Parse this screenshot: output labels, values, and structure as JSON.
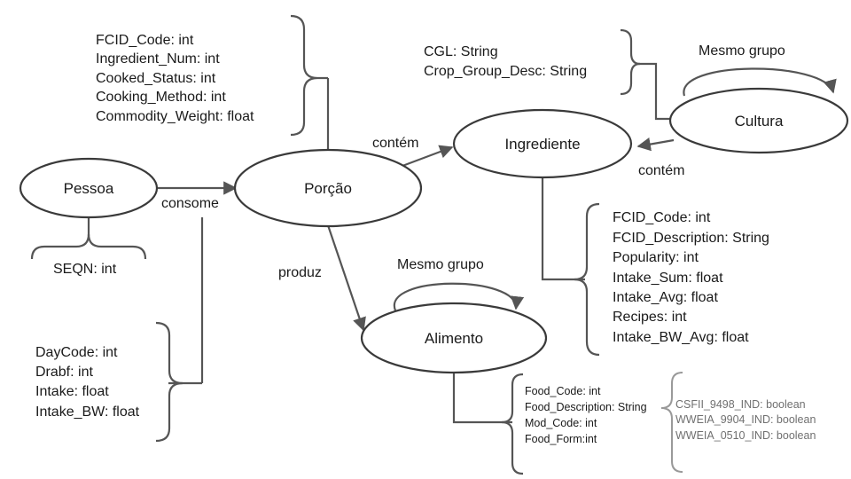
{
  "nodes": {
    "pessoa": "Pessoa",
    "porcao": "Porção",
    "ingrediente": "Ingrediente",
    "cultura": "Cultura",
    "alimento": "Alimento"
  },
  "edges": {
    "consome": "consome",
    "contem_porcao": "contém",
    "contem_cultura": "contém",
    "produz": "produz",
    "mesmo_grupo_cultura": "Mesmo grupo",
    "mesmo_grupo_alimento": "Mesmo grupo"
  },
  "attributes": {
    "pessoa": [
      "SEQN: int"
    ],
    "consome": [
      "DayCode: int",
      "Drabf: int",
      "Intake: float",
      "Intake_BW: float"
    ],
    "porcao": [
      "FCID_Code: int",
      "Ingredient_Num: int",
      "Cooked_Status: int",
      "Cooking_Method: int",
      "Commodity_Weight: float"
    ],
    "cultura": [
      "CGL:  String",
      "Crop_Group_Desc: String"
    ],
    "ingrediente": [
      "FCID_Code:  int",
      "FCID_Description: String",
      "Popularity: int",
      "Intake_Sum: float",
      "Intake_Avg: float",
      "Recipes: int",
      "Intake_BW_Avg: float"
    ],
    "alimento": [
      "Food_Code:  int",
      "Food_Description: String",
      "Mod_Code: int",
      "Food_Form:int"
    ],
    "food_description": [
      "CSFII_9498_IND: boolean",
      "WWEIA_9904_IND: boolean",
      "WWEIA_0510_IND: boolean"
    ]
  }
}
